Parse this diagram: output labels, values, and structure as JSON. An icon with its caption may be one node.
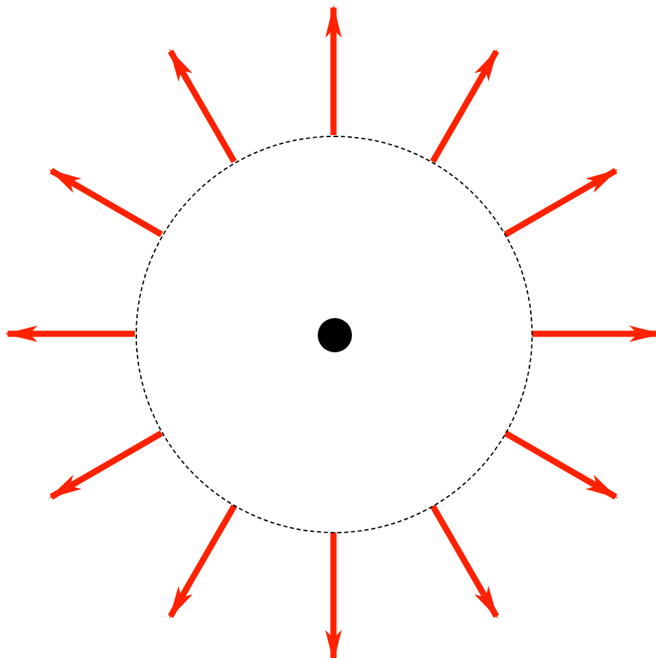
{
  "diagram": {
    "nodes": [
      {
        "text": [],
        "shape": "circle"
      },
      {
        "text": [],
        "shape": "circle",
        "in": 0
      }
    ]
  }
}
